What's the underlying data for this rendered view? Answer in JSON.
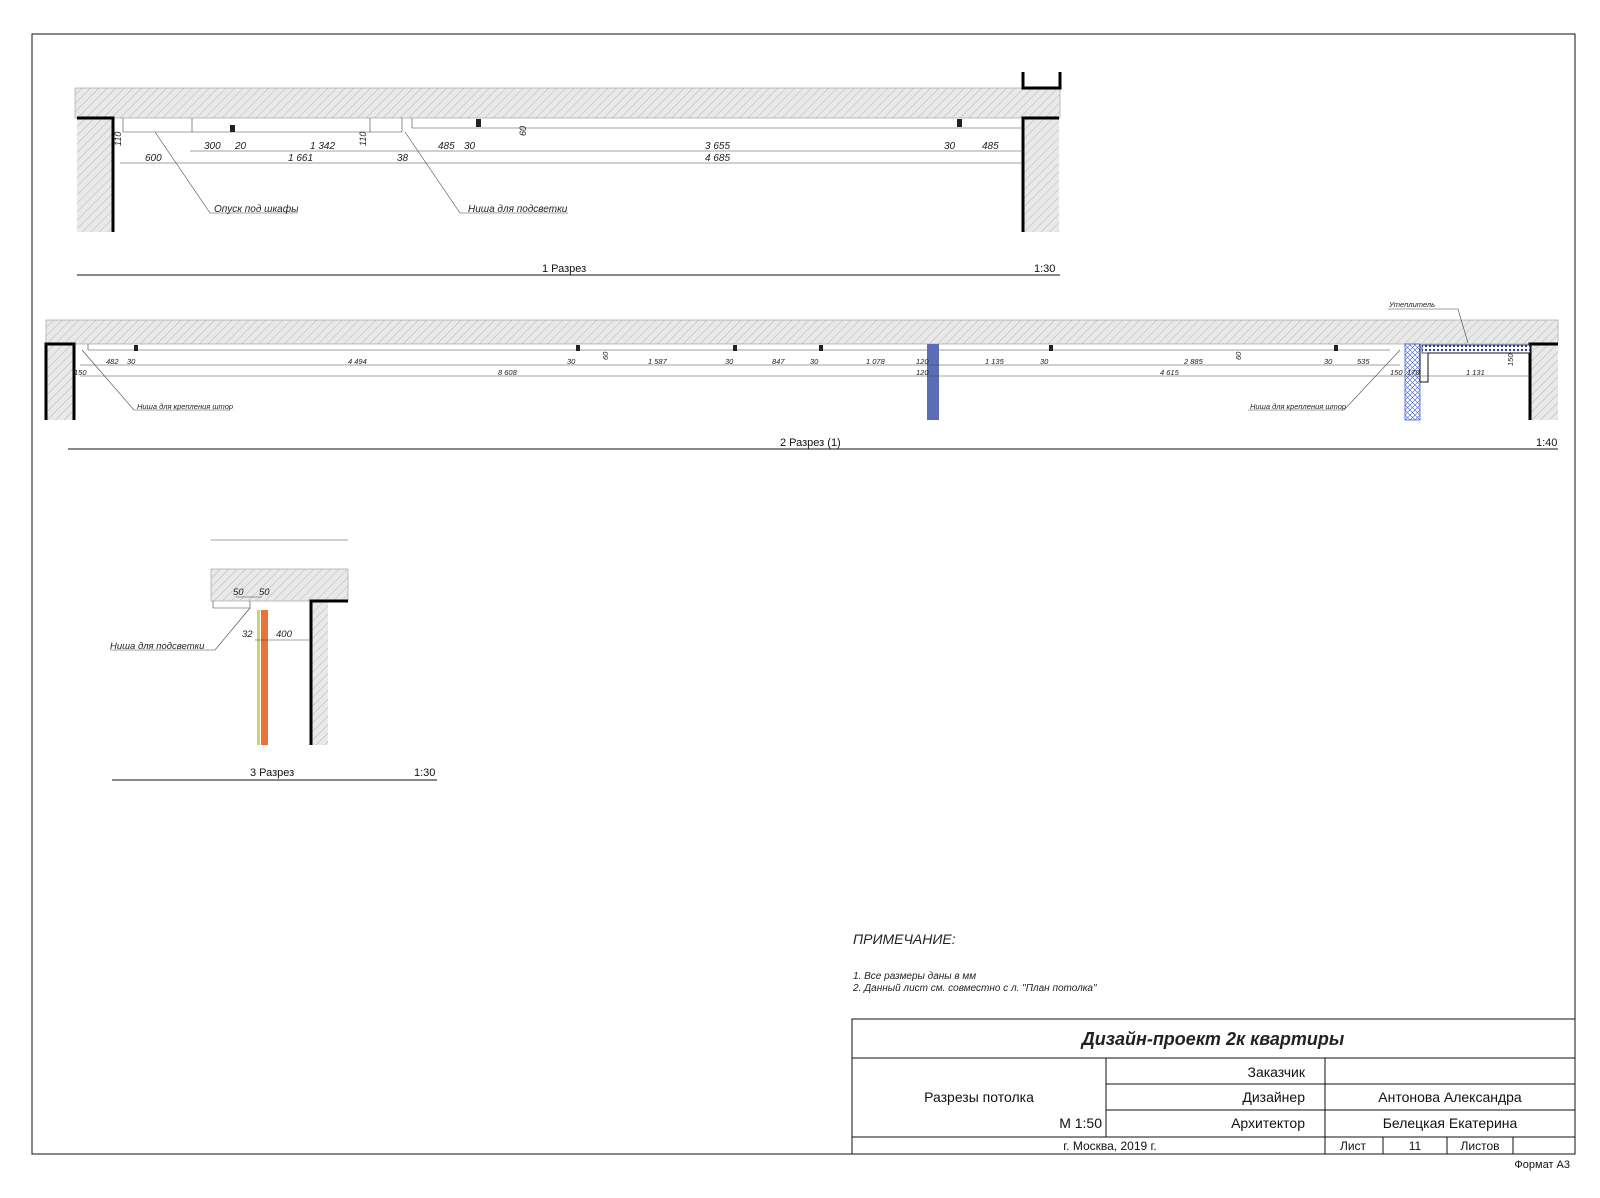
{
  "section1": {
    "title": "1 Разрез",
    "scale": "1:30",
    "dims_row1": [
      "300",
      "20",
      "1 342",
      "485",
      "30",
      "3 655",
      "30",
      "485"
    ],
    "dims_row2": [
      "600",
      "1 661",
      "38",
      "4 685"
    ],
    "vertical_dims": [
      "110",
      "110",
      "60"
    ],
    "callout_left": "Опуск под шкафы",
    "callout_right": "Ниша для подсветки"
  },
  "section2": {
    "title": "2 Разрез (1)",
    "scale": "1:40",
    "dims_row1": [
      "482",
      "30",
      "4 494",
      "30",
      "1 587",
      "30",
      "847",
      "30",
      "1 078",
      "120",
      "1 135",
      "30",
      "2 885",
      "30",
      "535"
    ],
    "dims_row2": [
      "150",
      "8 608",
      "120",
      "4 615",
      "150",
      "170",
      "1 131"
    ],
    "vertical_dims": [
      "60",
      "60",
      "150"
    ],
    "callout_left": "Ниша для крепления штор",
    "callout_right": "Ниша для крепления штор",
    "callout_insulation": "Утеплитель"
  },
  "section3": {
    "title": "3 Разрез",
    "scale": "1:30",
    "dims_top": [
      "50",
      "50"
    ],
    "dims_mid": [
      "32",
      "400"
    ],
    "callout": "Ниша для подсветки"
  },
  "notes": {
    "title": "ПРИМЕЧАНИЕ:",
    "items": [
      "1. Все размеры даны в мм",
      "2. Данный лист см. совместно с л. \"План потолка\""
    ]
  },
  "titleblock": {
    "project": "Дизайн-проект 2к квартиры",
    "sheet_name": "Разрезы потолка",
    "scale": "М 1:50",
    "role_customer": "Заказчик",
    "role_designer": "Дизайнер",
    "role_architect": "Архитектор",
    "designer_name": "Антонова Александра",
    "architect_name": "Белецкая Екатерина",
    "city_year": "г. Москва, 2019 г.",
    "sheet_label": "Лист",
    "sheet_number": "11",
    "sheets_label": "Листов",
    "sheets_total": ""
  },
  "format": "Формат А3",
  "colors": {
    "column": "#5a6db5",
    "wood": "#e8743b",
    "insulation": "#1a2d8c",
    "hatch_fill": "#e6e6e6"
  }
}
